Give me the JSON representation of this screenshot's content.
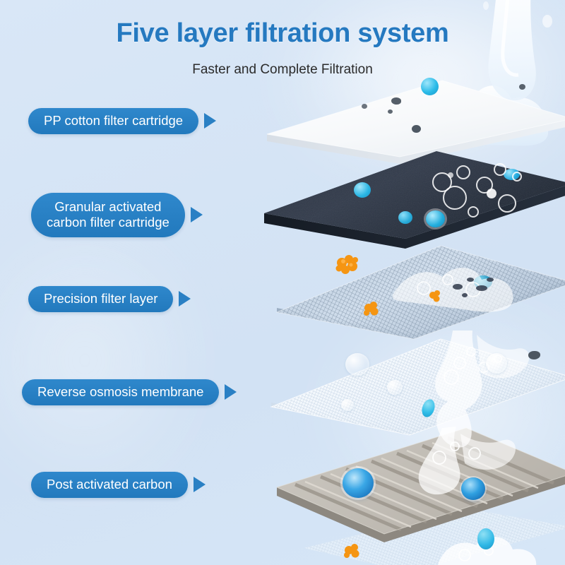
{
  "header": {
    "title": "Five layer filtration system",
    "subtitle": "Faster and Complete Filtration"
  },
  "colors": {
    "background_top": "#d9e7f7",
    "background_bottom": "#d6e6f7",
    "title_blue": "#2579c0",
    "pill_blue": "#2279bd",
    "pill_blue_light": "#2f88cc",
    "arrow_blue": "#2a80c4",
    "subtitle_gray": "#2b2b2b",
    "layer_pp_cotton": "#f4f6f8",
    "layer_granular_carbon": "#2b3442",
    "layer_precision_mesh": "#9fb4cb",
    "layer_ro_membrane": "#f2f6fa",
    "layer_post_carbon": "#b2ada5",
    "particle_cyan": "#29b6e8",
    "particle_orange": "#f5931e",
    "particle_dark": "#4c5560",
    "particle_blue_crystal": "#1e8fd8"
  },
  "layers": [
    {
      "id": "pp-cotton",
      "label": "PP cotton filter cartridge",
      "lines": 1,
      "material": "white non-woven cotton sheet",
      "particles": "dark sediment specks, cyan sphere"
    },
    {
      "id": "granular-carbon",
      "label": "Granular activated\ncarbon filter cartridge",
      "lines": 2,
      "material": "dark charcoal granular block",
      "particles": "cyan spheres, water droplets"
    },
    {
      "id": "precision-filter",
      "label": "Precision filter layer",
      "lines": 1,
      "material": "fine woven metal mesh screen",
      "particles": "orange clusters, teal sphere"
    },
    {
      "id": "ro-membrane",
      "label": "Reverse osmosis membrane",
      "lines": 1,
      "material": "translucent white micro-mesh membrane",
      "particles": "water bubbles, teal capsule, dark speck"
    },
    {
      "id": "post-carbon",
      "label": "Post activated carbon",
      "lines": 1,
      "material": "pleated gray corrugated carbon block",
      "particles": "blue crystalline spheres, water splash"
    }
  ],
  "decor": {
    "water_pour": "water-stream",
    "bottom_mesh": "mesh-layer"
  }
}
